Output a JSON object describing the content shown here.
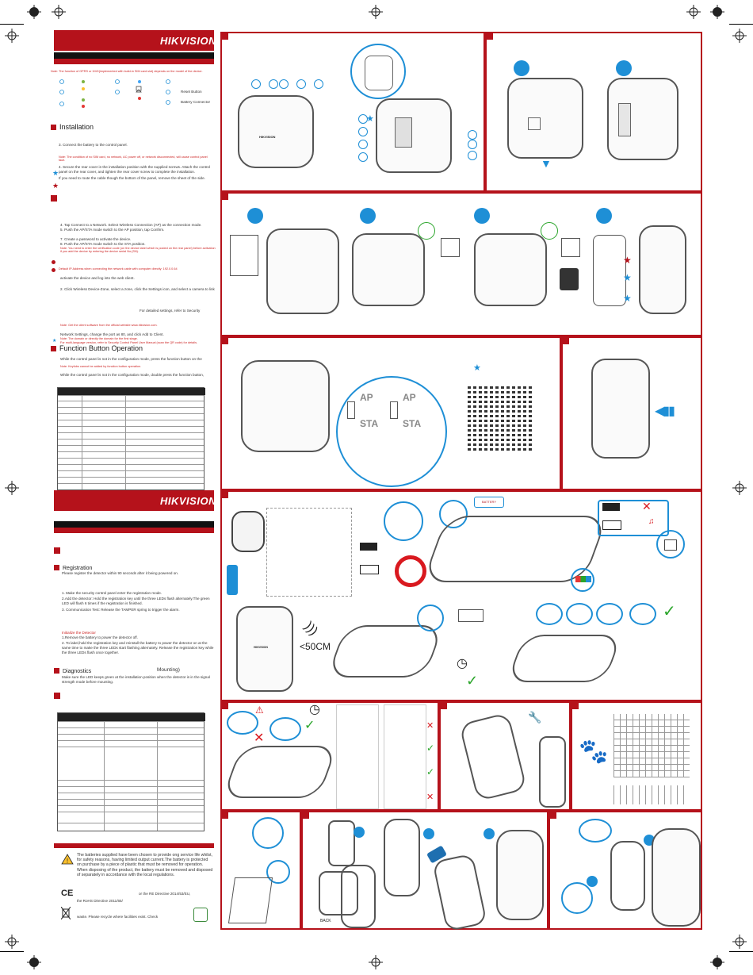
{
  "brand": "HIKVISION",
  "left_column_top": {
    "note_red": "Note: The function of GPRS or 3/4G(implemented with build-in SIM card slot) depends on the model of the device.",
    "reset_button": "Reset Button",
    "battery_connector": "Battery Connector",
    "installation_heading": "Installation",
    "step3": "3. Connect the battery to the control panel.",
    "note_led": "Note: The condition of no SIM card, no network, AC power off, or network disconnected, will cause control panel fault.",
    "step4": "4. Secure the rear cover in the installation position with the supplied screws. Attach the control panel on the rear cover, and tighten the rear cover screw to complete the installation.",
    "route_cable": "If you need to route the cable though the bottom of the panel, remove the sheet of the side.",
    "tap_connect": "4. Tap Connect to a Network.  Select Wireless Connection (AP) as the connection mode.",
    "push_ap": "5. Push the AP/STA mode switch to the AP position, tap Confirm.",
    "create_pw": "7. Create a password to activate the device.",
    "push_sta": "8. Push the AP/STA mode switch to the STA position.",
    "note_verify": "Note: You need to enter the verification code (on the device label which is posted on the rear panel) before activation if you add the device by entering the device serial No.(SN).",
    "default_ip": "Default IP Address when connecting the network cable with computer directly: 192.0.0.64",
    "activate_web": "activate the device and log into the web client.",
    "click_wireless": "2. Click Wireless Device-Zone, select a zone, click the Settings icon, and select a camera to link",
    "detailed_settings": "For detailed settings, refer to Security",
    "note_software": "Note: Get the client software from the official website www.hikvision.com.",
    "network_settings": "Network Settings,  change the port as 80, and click Add to Client.",
    "note_domain": "Note: The domain or directly the domain for the first stage.",
    "note_language": "For multi-language version, refer to Security Control Panel User Manual (scan the QR code) for details.",
    "function_heading": "Function Button Operation",
    "func_text1": "While the control panel is not in the configuration mode, press the function button on the",
    "func_note": "Note: Keyfobs cannot be added by function button operation.",
    "func_text2": "While the control panel is not in the configuration mode, double press the function button,"
  },
  "left_column_bottom": {
    "registration_heading": "Registration",
    "registration_text": "Please register the detector within 90 seconds after it being powered on.",
    "reg1": "1. Make the security control panel enter the registration mode.",
    "reg2": "2.Add the detector: Hold the registration key until the three LEDs flash alternately.The green LED will flash 6 times if the registration is finished.",
    "reg3": "3. Communication Test: Release the TAMPER spring to trigger the alarm.",
    "init_heading": "Initialize the Detector",
    "init1": "1.Remove the battery to power the detector off.",
    "init2": "2. To label,hold the registration key and reinstall the battery to power the detector on at the same time to make the three LEDs start flashing alternately. Release the registration key while the three LEDs flash once together.",
    "diagnostics_heading": "Diagnostics",
    "mounting_heading": "Mounting)",
    "diag_text": "Make sure the LED keeps green at the installation  position when the detector is in the signal strength mode before mounting.",
    "battery_warning": "The batteries supplied have been chosen to provide ong service life whilst, for safety reasons, having limited output current.The battery is protected on purchase by a piece of plastic that must be removed for operation. When disposing of the product, the battery must be removed and disposed of separately in accordance with the local regulations.",
    "red_directive": "or the RE Directive 2014/53/EU,",
    "rohs": "the RoHS Directive 2011/65/",
    "recycle": "waste. Please recycle where facilities exist. Check"
  },
  "figures": {
    "ap_label": "AP",
    "sta_label": "STA",
    "battery_tag": "BATTERY",
    "distance": "<50CM",
    "back_label": "BACK"
  },
  "colors": {
    "accent": "#b5121b",
    "blue": "#1e8fd6",
    "green": "#2aa52a"
  }
}
